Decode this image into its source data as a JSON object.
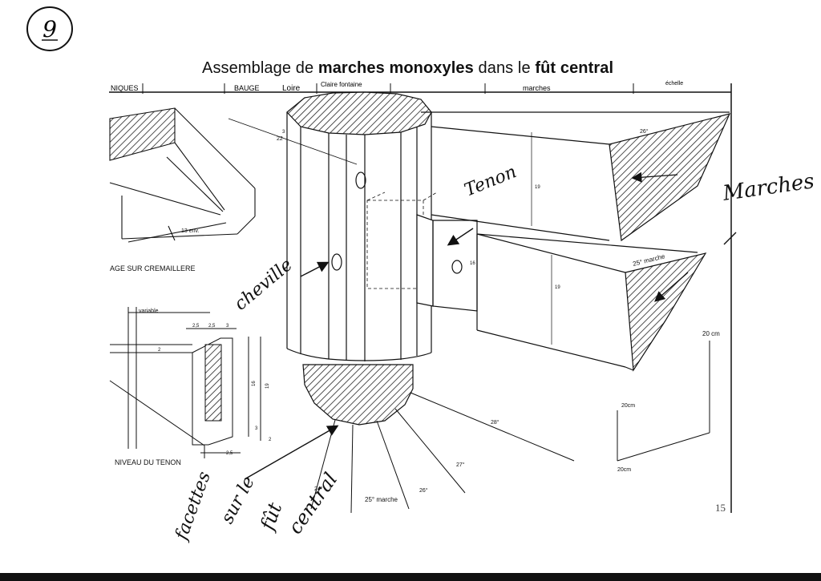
{
  "page_badge": "9",
  "title": {
    "prefix": "Assemblage de ",
    "bold1": "marches monoxyles",
    "middle": " dans le ",
    "bold2": "fût central"
  },
  "header_strip": {
    "left_cell": "NIQUES",
    "bauge": "BAUGE",
    "loire": "Loire",
    "middle_cell": "Claire fontaine",
    "marches": "marches",
    "right_cell": "échelle"
  },
  "top_left_detail": {
    "dimension_label": "13 env.",
    "caption": "AGE SUR CREMAILLERE"
  },
  "bottom_left_detail": {
    "variable_label": "variable",
    "dims": [
      "2,5",
      "2,5",
      "3",
      "2",
      "16",
      "19",
      "3",
      "2",
      "2,5"
    ],
    "caption": "NIVEAU DU TENON"
  },
  "fut_column": {
    "dim_22": "22",
    "dim_3": "3"
  },
  "steps": {
    "upper_height": "19",
    "upper_angle": "26°",
    "lower_height_tenon": "16",
    "lower_height": "19",
    "lower_label": "25° marche"
  },
  "facet_rays": [
    "24°",
    "25° marche",
    "26°",
    "27°",
    "28°"
  ],
  "scale_axes": {
    "vertical": "20 cm",
    "depth": "20cm",
    "horizontal": "20cm"
  },
  "handwritten": {
    "tenon": "Tenon",
    "marches": "Marches",
    "cheville": "cheville",
    "facettes_1": "facettes",
    "facettes_2": "sur le",
    "facettes_3": "fût",
    "facettes_4": "central"
  },
  "page_number": "15"
}
